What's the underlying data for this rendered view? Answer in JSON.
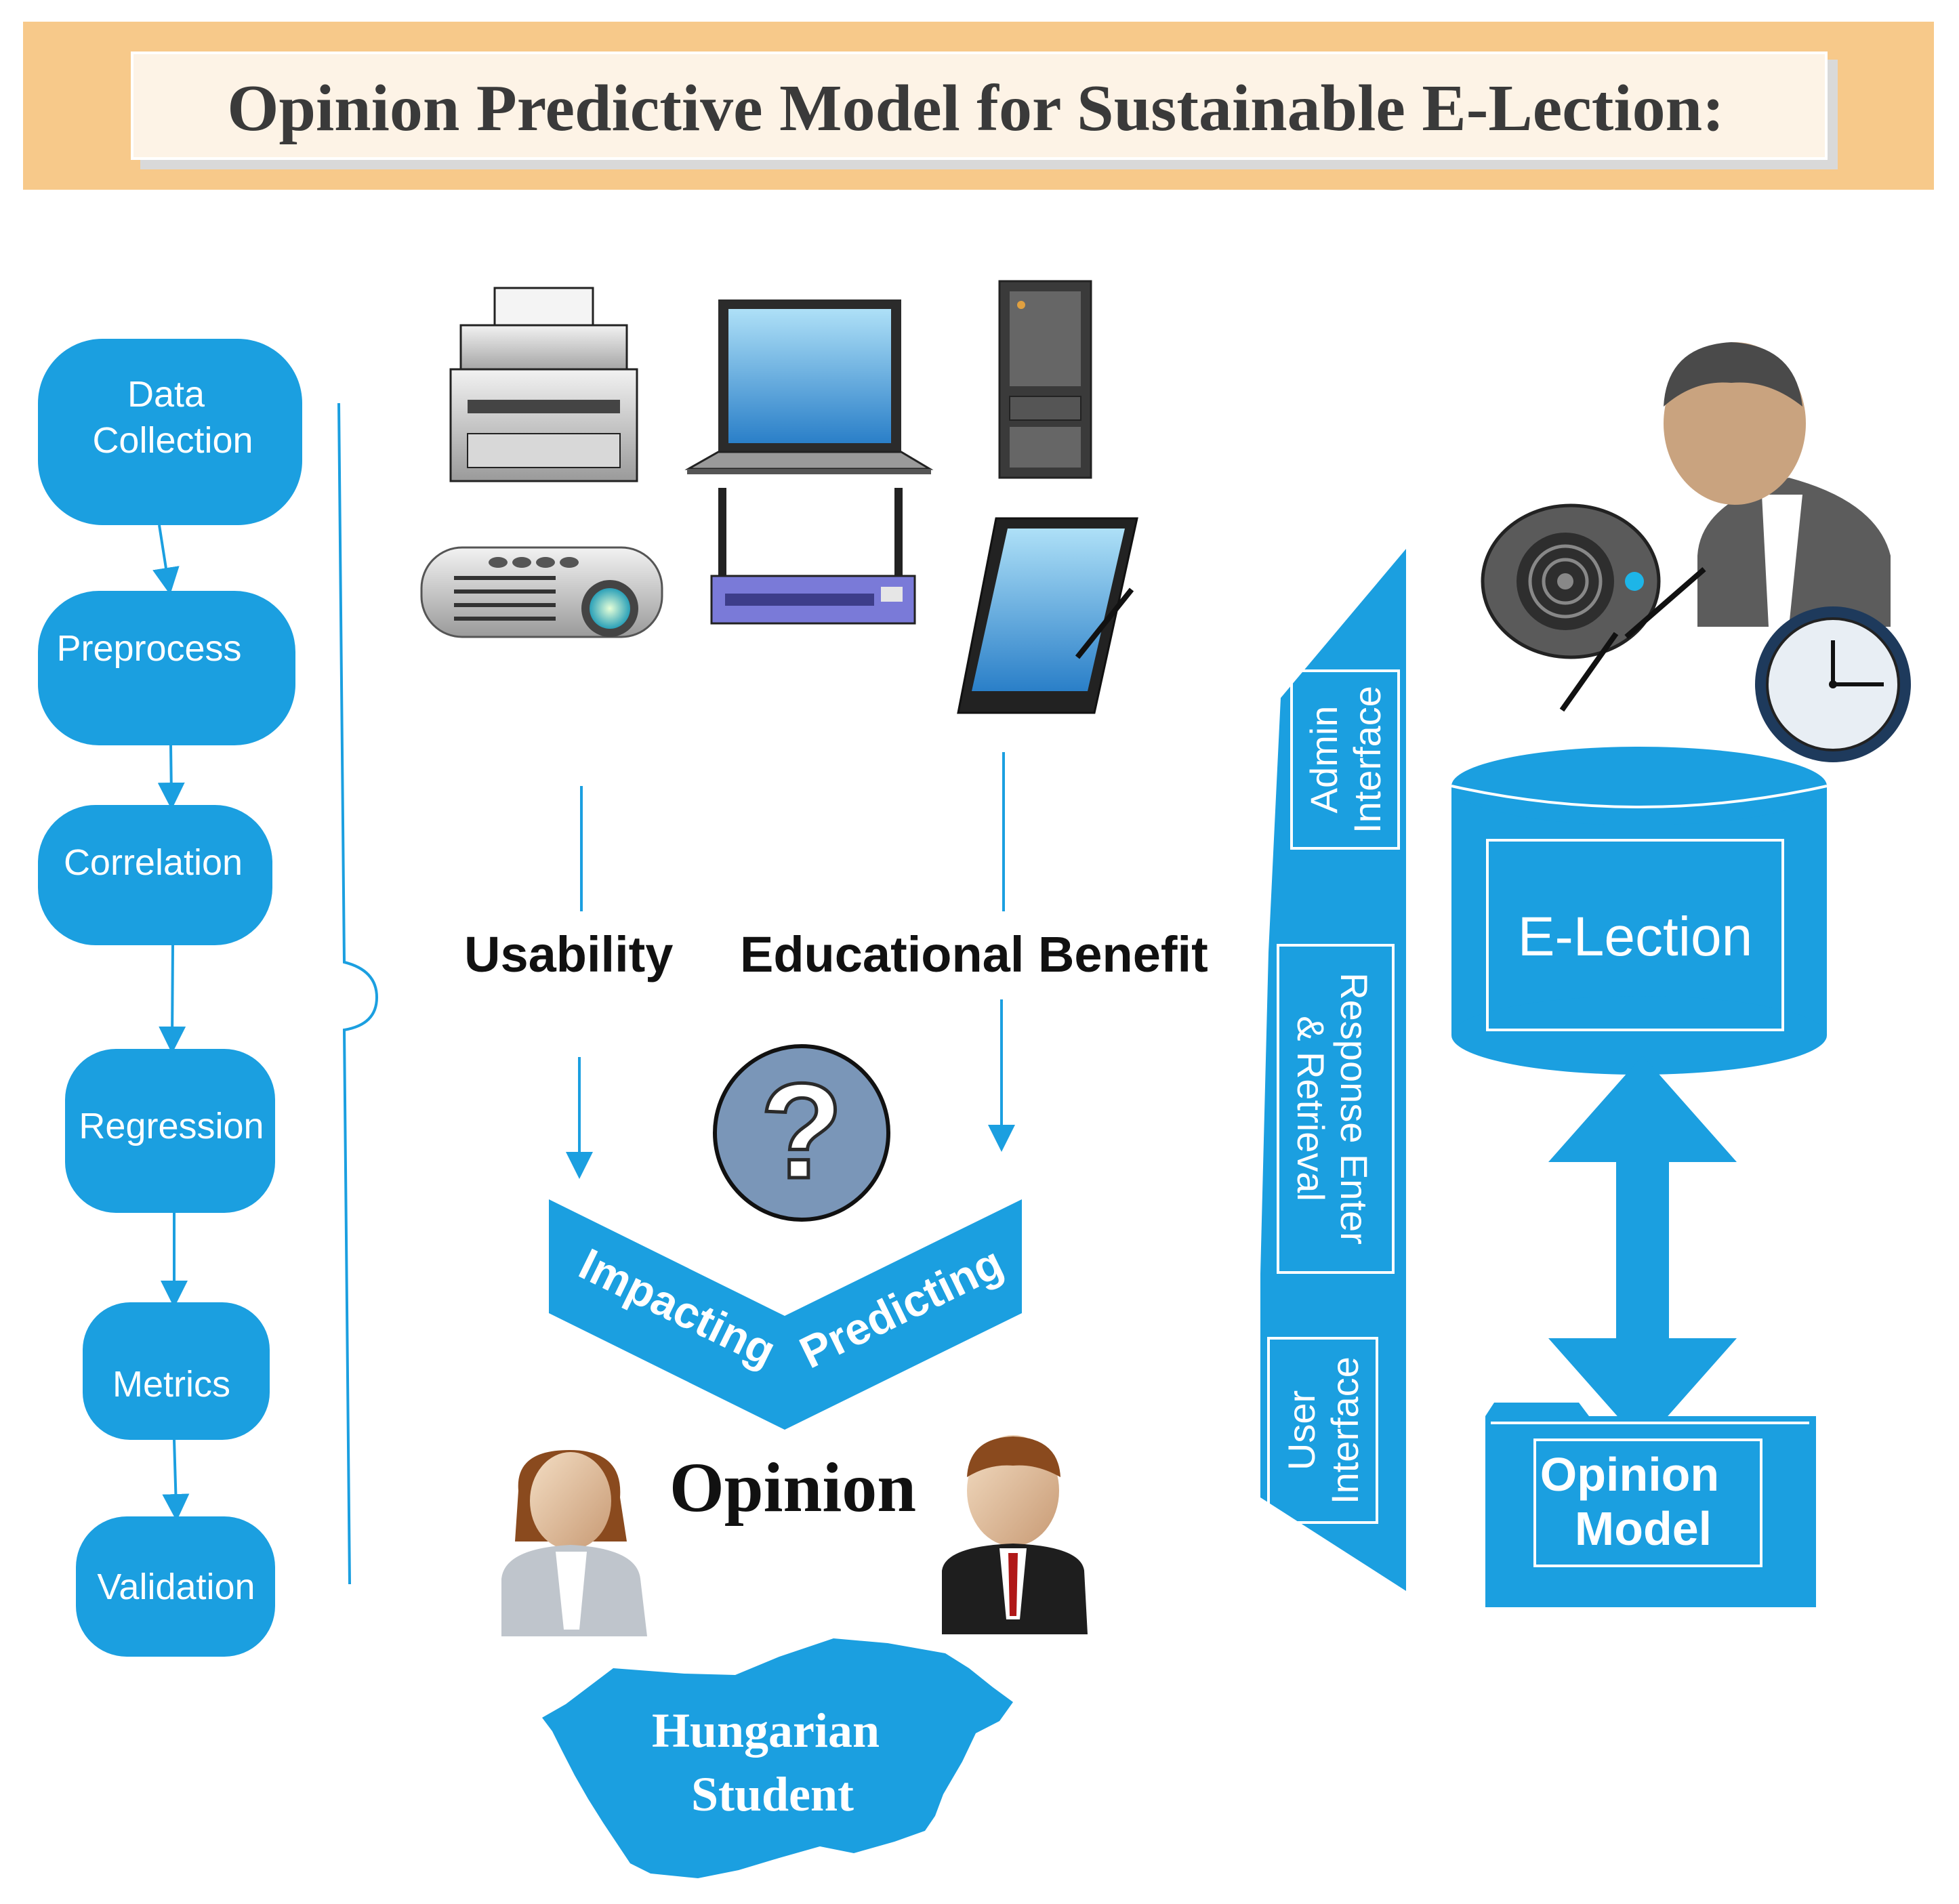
{
  "title": "Opinion Predictive Model for Sustainable E-Lection:",
  "colors": {
    "banner_fill": "#f7c98a",
    "primary_blue": "#1b9fe0",
    "text_dark": "#111111",
    "title_text": "#3a3a3a"
  },
  "pipeline": {
    "steps": [
      {
        "line1": "Data",
        "line2": "Collection"
      },
      {
        "line1": "Preprocess",
        "line2": ""
      },
      {
        "line1": "Correlation",
        "line2": ""
      },
      {
        "line1": "Regression",
        "line2": ""
      },
      {
        "line1": "Metrics",
        "line2": ""
      },
      {
        "line1": "Validation",
        "line2": ""
      }
    ]
  },
  "devices": [
    "printer-icon",
    "laptop-icon",
    "server-tower-icon",
    "projector-icon",
    "network-switch-icon",
    "tablet-icon"
  ],
  "factors": {
    "usability": "Usability",
    "educational_benefit": "Educational Benefit"
  },
  "chevron": {
    "left_label": "Impacting",
    "right_label": "Predicting"
  },
  "question_mark": "?",
  "opinion_label": "Opinion",
  "map_label": {
    "line1": "Hungarian",
    "line2": "Student"
  },
  "interfaces": {
    "admin": {
      "line1": "Admin",
      "line2": "Interface"
    },
    "response": {
      "line1": "Response Enter",
      "line2": "& Retrieval"
    },
    "user": {
      "line1": "User",
      "line2": "Interface"
    }
  },
  "database_label": "E-Lection",
  "folder_label": {
    "line1": "Opinion",
    "line2": "Model"
  }
}
